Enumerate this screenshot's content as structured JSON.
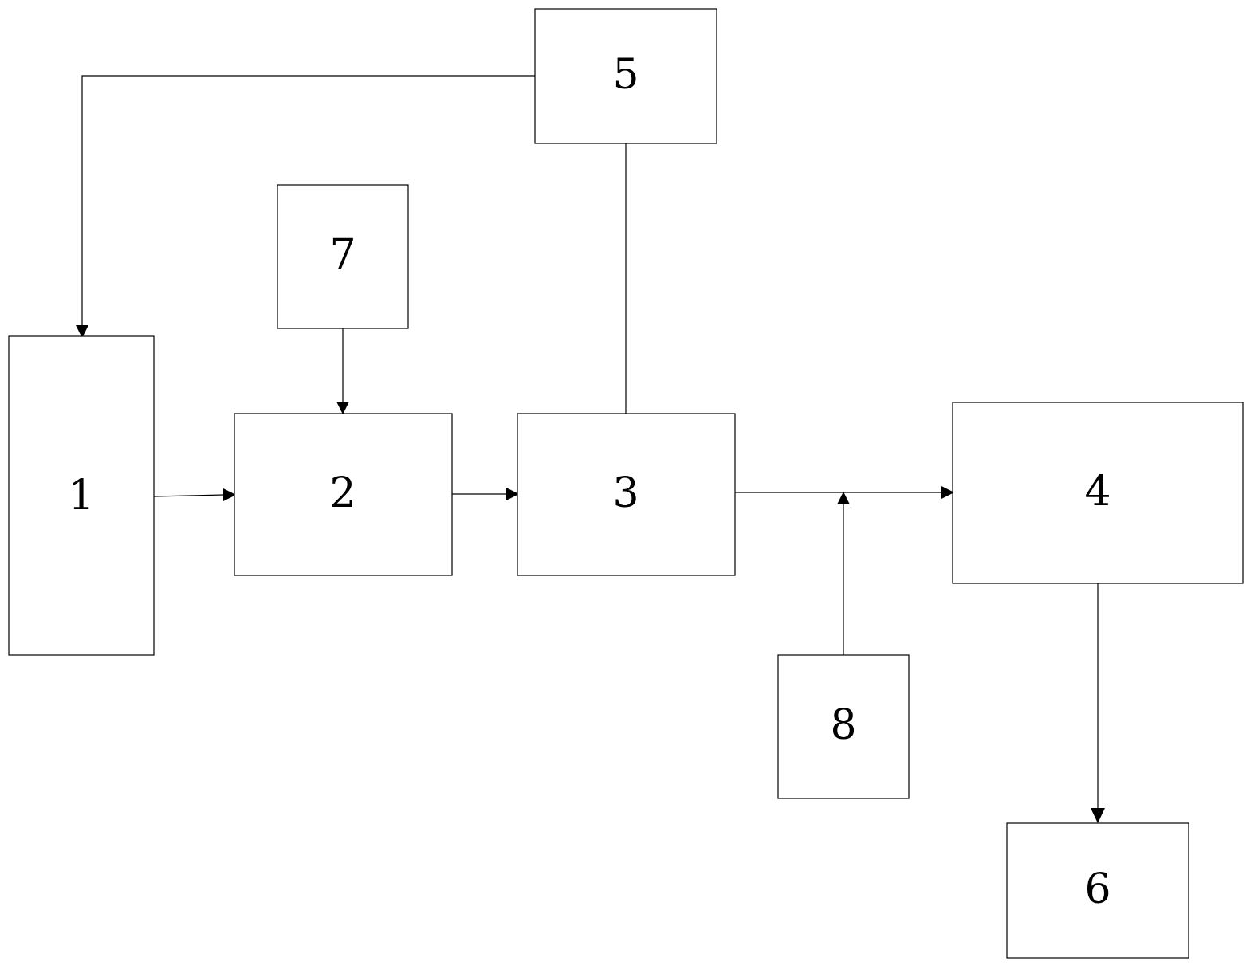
{
  "diagram": {
    "stroke_color": "#000000",
    "background_color": "#ffffff",
    "nodes": [
      {
        "id": "n1",
        "label": "1"
      },
      {
        "id": "n2",
        "label": "2"
      },
      {
        "id": "n3",
        "label": "3"
      },
      {
        "id": "n4",
        "label": "4"
      },
      {
        "id": "n5",
        "label": "5"
      },
      {
        "id": "n6",
        "label": "6"
      },
      {
        "id": "n7",
        "label": "7"
      },
      {
        "id": "n8",
        "label": "8"
      }
    ],
    "edges": [
      {
        "from": "n5",
        "to": "n1",
        "directed": true
      },
      {
        "from": "n7",
        "to": "n2",
        "directed": true
      },
      {
        "from": "n1",
        "to": "n2",
        "directed": true
      },
      {
        "from": "n2",
        "to": "n3",
        "directed": true
      },
      {
        "from": "n5",
        "to": "n3",
        "directed": false
      },
      {
        "from": "n3",
        "to": "n4",
        "directed": true
      },
      {
        "from": "n8",
        "to": "n3-n4-line",
        "directed": true
      },
      {
        "from": "n4",
        "to": "n6",
        "directed": true
      }
    ]
  }
}
